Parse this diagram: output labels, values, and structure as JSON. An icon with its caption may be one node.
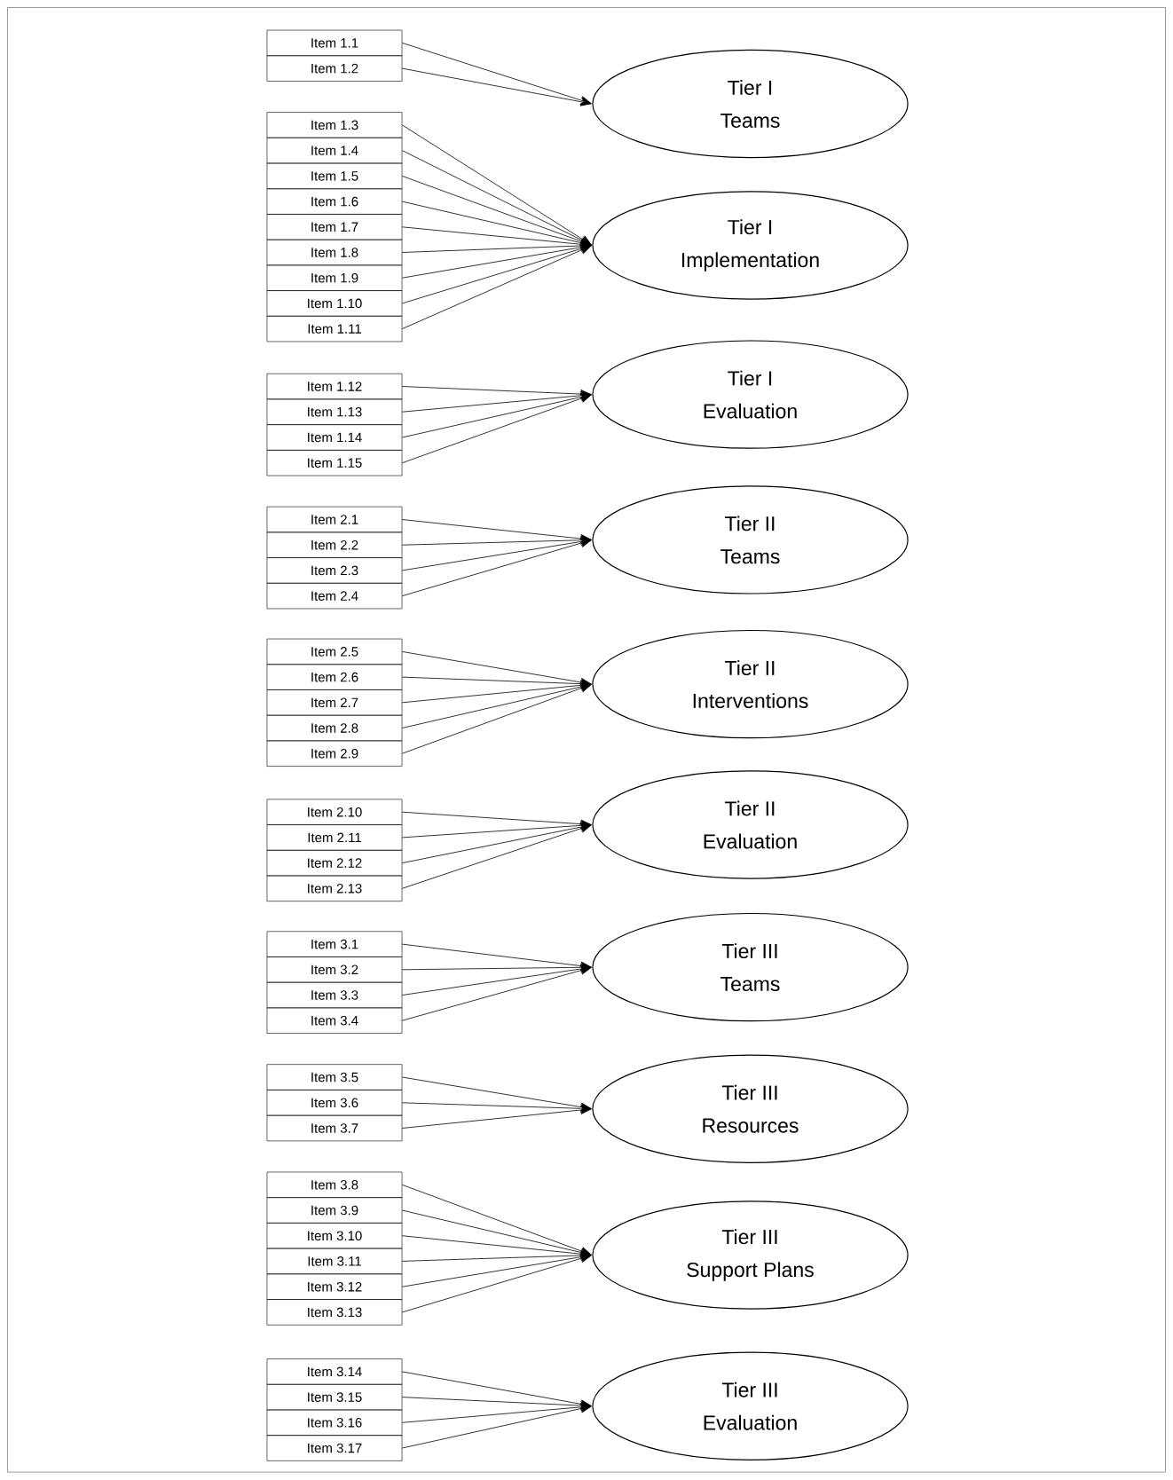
{
  "diagram": {
    "nodes": [
      {
        "text": [
          "Item 1.1"
        ]
      },
      {
        "text": [
          "Item 1.2"
        ]
      },
      {
        "text": [
          "Tier I",
          "Teams"
        ]
      },
      {
        "text": [
          "Item 1.3"
        ]
      },
      {
        "text": [
          "Item 1.4"
        ]
      },
      {
        "text": [
          "Item 1.5"
        ]
      },
      {
        "text": [
          "Item 1.6"
        ]
      },
      {
        "text": [
          "Item 1.7"
        ]
      },
      {
        "text": [
          "Item 1.8"
        ]
      },
      {
        "text": [
          "Item 1.9"
        ]
      },
      {
        "text": [
          "Item 1.10"
        ]
      },
      {
        "text": [
          "Item 1.11"
        ]
      },
      {
        "text": [
          "Tier I",
          "Implementation"
        ]
      },
      {
        "text": [
          "Item 1.12"
        ]
      },
      {
        "text": [
          "Item 1.13"
        ]
      },
      {
        "text": [
          "Item 1.14"
        ]
      },
      {
        "text": [
          "Item 1.15"
        ]
      },
      {
        "text": [
          "Tier I",
          "Evaluation"
        ]
      },
      {
        "text": [
          "Item 2.1"
        ]
      },
      {
        "text": [
          "Item 2.2"
        ]
      },
      {
        "text": [
          "Item 2.3"
        ]
      },
      {
        "text": [
          "Item 2.4"
        ]
      },
      {
        "text": [
          "Tier II",
          "Teams"
        ]
      },
      {
        "text": [
          "Item 2.5"
        ]
      },
      {
        "text": [
          "Item 2.6"
        ]
      },
      {
        "text": [
          "Item 2.7"
        ]
      },
      {
        "text": [
          "Item 2.8"
        ]
      },
      {
        "text": [
          "Item 2.9"
        ]
      },
      {
        "text": [
          "Tier II",
          "Interventions"
        ]
      },
      {
        "text": [
          "Item 2.10"
        ]
      },
      {
        "text": [
          "Item 2.11"
        ]
      },
      {
        "text": [
          "Item 2.12"
        ]
      },
      {
        "text": [
          "Item 2.13"
        ]
      },
      {
        "text": [
          "Tier II",
          "Evaluation"
        ]
      },
      {
        "text": [
          "Item 3.1"
        ]
      },
      {
        "text": [
          "Item 3.2"
        ]
      },
      {
        "text": [
          "Item 3.3"
        ]
      },
      {
        "text": [
          "Item 3.4"
        ]
      },
      {
        "text": [
          "Tier III",
          "Teams"
        ]
      },
      {
        "text": [
          "Item 3.5"
        ]
      },
      {
        "text": [
          "Item 3.6"
        ]
      },
      {
        "text": [
          "Item 3.7"
        ]
      },
      {
        "text": [
          "Tier III",
          "Resources"
        ]
      },
      {
        "text": [
          "Item 3.8"
        ]
      },
      {
        "text": [
          "Item 3.9"
        ]
      },
      {
        "text": [
          "Item 3.10"
        ]
      },
      {
        "text": [
          "Item 3.11"
        ]
      },
      {
        "text": [
          "Item 3.12"
        ]
      },
      {
        "text": [
          "Item 3.13"
        ]
      },
      {
        "text": [
          "Tier III",
          "Support Plans"
        ]
      },
      {
        "text": [
          "Item 3.14"
        ]
      },
      {
        "text": [
          "Item 3.15"
        ]
      },
      {
        "text": [
          "Item 3.16"
        ]
      },
      {
        "text": [
          "Item 3.17"
        ]
      },
      {
        "text": [
          "Tier III",
          "Evaluation"
        ]
      }
    ],
    "edges": [
      {
        "from": 0,
        "to": 2,
        "arrow": "to"
      },
      {
        "from": 1,
        "to": 2,
        "arrow": "to"
      },
      {
        "from": 3,
        "to": 12,
        "arrow": "to"
      },
      {
        "from": 4,
        "to": 12,
        "arrow": "to"
      },
      {
        "from": 5,
        "to": 12,
        "arrow": "to"
      },
      {
        "from": 6,
        "to": 12,
        "arrow": "to"
      },
      {
        "from": 7,
        "to": 12,
        "arrow": "to"
      },
      {
        "from": 8,
        "to": 12,
        "arrow": "to"
      },
      {
        "from": 9,
        "to": 12,
        "arrow": "to"
      },
      {
        "from": 10,
        "to": 12,
        "arrow": "to"
      },
      {
        "from": 11,
        "to": 12,
        "arrow": "to"
      },
      {
        "from": 13,
        "to": 17,
        "arrow": "to"
      },
      {
        "from": 14,
        "to": 17,
        "arrow": "to"
      },
      {
        "from": 15,
        "to": 17,
        "arrow": "to"
      },
      {
        "from": 16,
        "to": 17,
        "arrow": "to"
      },
      {
        "from": 18,
        "to": 22,
        "arrow": "to"
      },
      {
        "from": 19,
        "to": 22,
        "arrow": "to"
      },
      {
        "from": 20,
        "to": 22,
        "arrow": "to"
      },
      {
        "from": 21,
        "to": 22,
        "arrow": "to"
      },
      {
        "from": 23,
        "to": 28,
        "arrow": "to"
      },
      {
        "from": 24,
        "to": 28,
        "arrow": "to"
      },
      {
        "from": 25,
        "to": 28,
        "arrow": "to"
      },
      {
        "from": 26,
        "to": 28,
        "arrow": "to"
      },
      {
        "from": 27,
        "to": 28,
        "arrow": "to"
      },
      {
        "from": 29,
        "to": 33,
        "arrow": "to"
      },
      {
        "from": 30,
        "to": 33,
        "arrow": "to"
      },
      {
        "from": 31,
        "to": 33,
        "arrow": "to"
      },
      {
        "from": 32,
        "to": 33,
        "arrow": "to"
      },
      {
        "from": 34,
        "to": 38,
        "arrow": "to"
      },
      {
        "from": 35,
        "to": 38,
        "arrow": "to"
      },
      {
        "from": 36,
        "to": 38,
        "arrow": "to"
      },
      {
        "from": 37,
        "to": 38,
        "arrow": "to"
      },
      {
        "from": 39,
        "to": 42,
        "arrow": "to"
      },
      {
        "from": 40,
        "to": 42,
        "arrow": "to"
      },
      {
        "from": 41,
        "to": 42,
        "arrow": "to"
      },
      {
        "from": 43,
        "to": 49,
        "arrow": "to"
      },
      {
        "from": 44,
        "to": 49,
        "arrow": "to"
      },
      {
        "from": 45,
        "to": 49,
        "arrow": "to"
      },
      {
        "from": 46,
        "to": 49,
        "arrow": "to"
      },
      {
        "from": 47,
        "to": 49,
        "arrow": "to"
      },
      {
        "from": 48,
        "to": 49,
        "arrow": "to"
      },
      {
        "from": 50,
        "to": 54,
        "arrow": "to"
      },
      {
        "from": 51,
        "to": 54,
        "arrow": "to"
      },
      {
        "from": 52,
        "to": 54,
        "arrow": "to"
      },
      {
        "from": 53,
        "to": 54,
        "arrow": "to"
      }
    ]
  }
}
